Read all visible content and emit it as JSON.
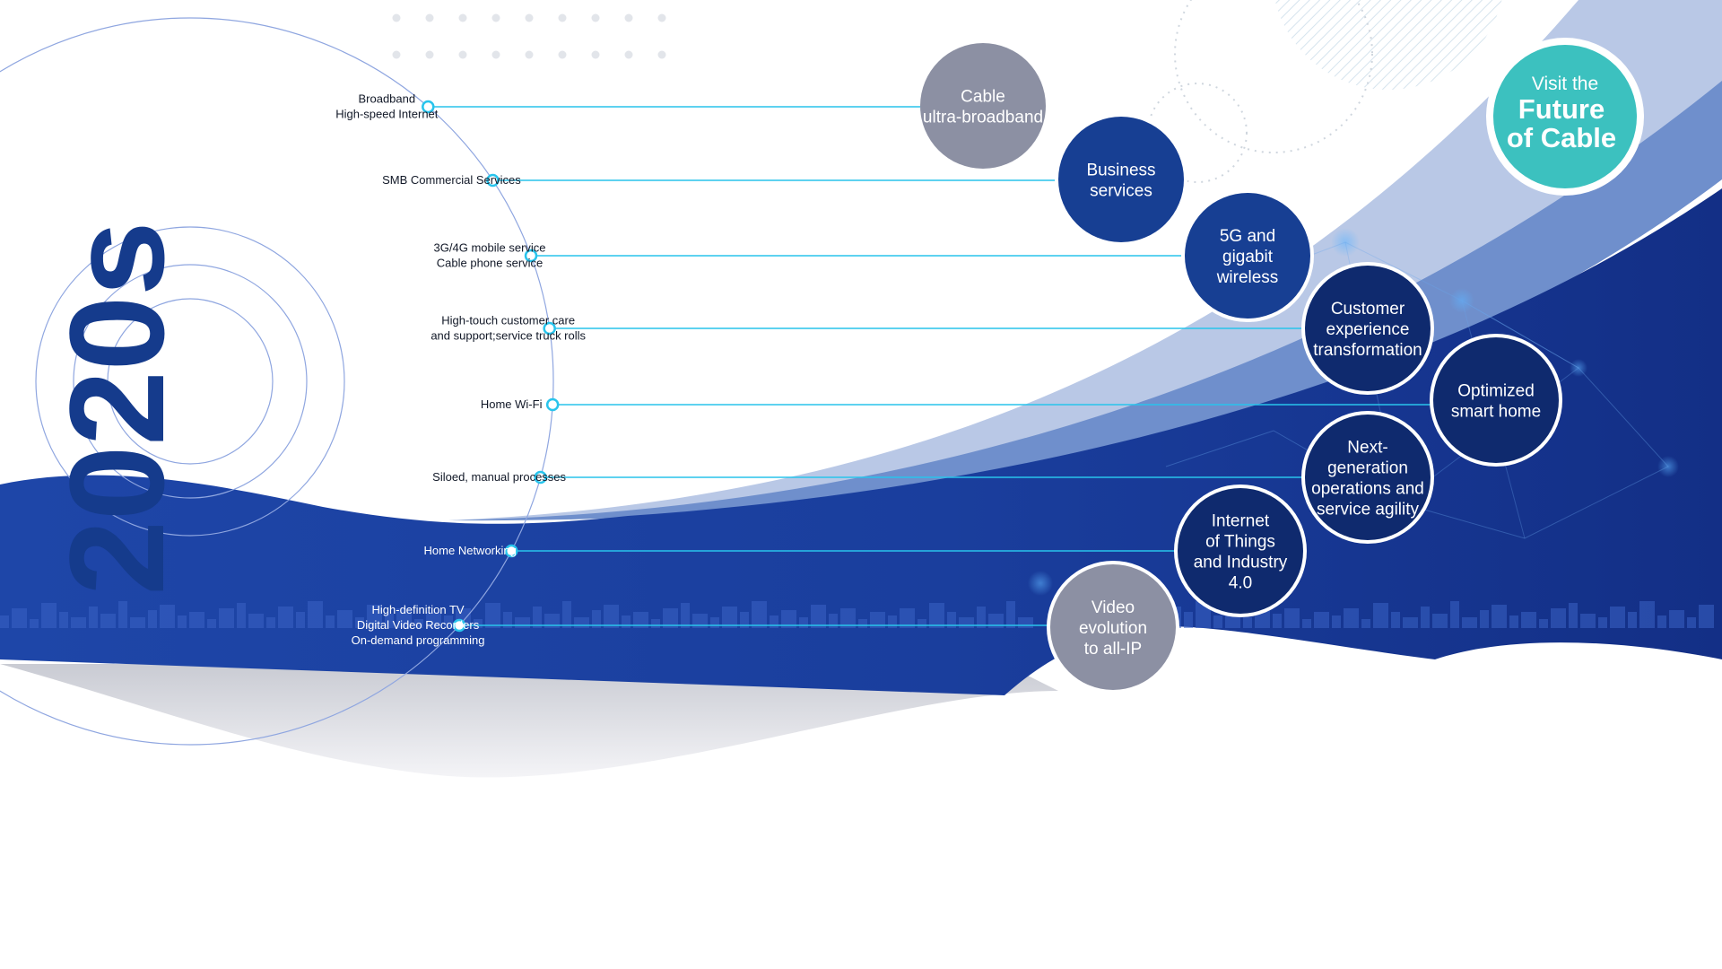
{
  "decade": "2020s",
  "legacy_services": [
    {
      "lines": [
        "Broadband",
        "High-speed Internet"
      ],
      "light": false
    },
    {
      "lines": [
        "SMB Commercial Services"
      ],
      "light": false
    },
    {
      "lines": [
        "3G/4G mobile service",
        "Cable phone service"
      ],
      "light": false
    },
    {
      "lines": [
        "High-touch customer care",
        "and support;service truck rolls"
      ],
      "light": false
    },
    {
      "lines": [
        "Home Wi-Fi"
      ],
      "light": false
    },
    {
      "lines": [
        "Siloed, manual processes"
      ],
      "light": false
    },
    {
      "lines": [
        "Home Networking"
      ],
      "light": true
    },
    {
      "lines": [
        "High-definition TV",
        "Digital Video Recorders",
        "On-demand programming"
      ],
      "light": true
    }
  ],
  "future_services": [
    {
      "lines": [
        "Cable",
        "ultra-broadband"
      ],
      "style": "gray"
    },
    {
      "lines": [
        "Business",
        "services"
      ],
      "style": "blue"
    },
    {
      "lines": [
        "5G and",
        "gigabit",
        "wireless"
      ],
      "style": "blue"
    },
    {
      "lines": [
        "Customer",
        "experience",
        "transformation"
      ],
      "style": "navy"
    },
    {
      "lines": [
        "Optimized",
        "smart home"
      ],
      "style": "navy"
    },
    {
      "lines": [
        "Next-",
        "generation",
        "operations and",
        "service agility"
      ],
      "style": "navy"
    },
    {
      "lines": [
        "Internet",
        "of Things",
        "and Industry",
        "4.0"
      ],
      "style": "navy"
    },
    {
      "lines": [
        "Video",
        "evolution",
        "to all-IP"
      ],
      "style": "gray"
    }
  ],
  "cta": {
    "line1": "Visit the",
    "line2": "Future",
    "line3": "of Cable"
  },
  "colors": {
    "decade": "#153b8c",
    "connector": "#29c4ec",
    "gray_bubble": "#8c90a3",
    "blue_bubble": "#173f93",
    "navy_bubble": "#0f2a6e",
    "cta_teal": "#3cc1bf",
    "band_dark": "#1b3f9c",
    "band_light": "#b9c8e6"
  }
}
